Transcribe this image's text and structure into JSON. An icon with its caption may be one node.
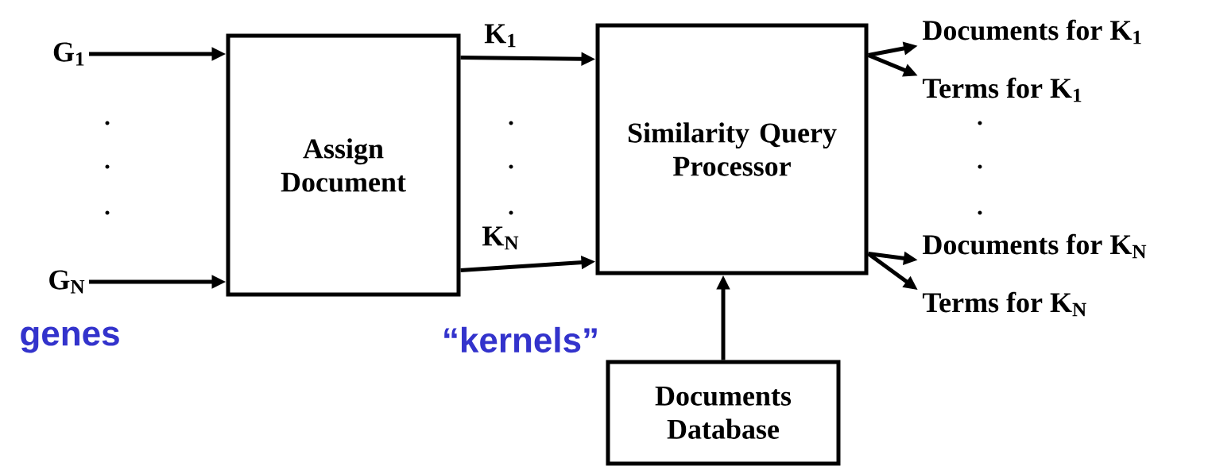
{
  "diagram": {
    "nodes": [
      {
        "text": [
          "G$_{1}$"
        ]
      },
      {
        "text": [
          "G$_{N}$"
        ]
      },
      {
        "text": [
          "Assign Document"
        ]
      },
      {
        "text": [
          "Similarity Query Processor"
        ]
      },
      {
        "text": [
          "Documents for K$_{1}$"
        ]
      },
      {
        "text": [
          "Terms for K$_{1}$"
        ]
      },
      {
        "text": [
          "Documents for K$_{N}$"
        ]
      },
      {
        "text": [
          "Terms for K$_{N}$"
        ]
      },
      {
        "text": [
          "Documents Database"
        ]
      }
    ],
    "edges": [
      {
        "from": 0,
        "to": 2,
        "arrow": "to"
      },
      {
        "from": 1,
        "to": 2,
        "arrow": "to"
      },
      {
        "from": 2,
        "to": 3,
        "arrow": "to",
        "label": "K$_{1}$"
      },
      {
        "from": 2,
        "to": 3,
        "arrow": "to",
        "label": "K$_{N}$"
      },
      {
        "from": 3,
        "to": 4,
        "arrow": "to"
      },
      {
        "from": 3,
        "to": 5,
        "arrow": "to"
      },
      {
        "from": 3,
        "to": 6,
        "arrow": "to"
      },
      {
        "from": 3,
        "to": 7,
        "arrow": "to"
      },
      {
        "from": 8,
        "to": 3,
        "arrow": "to"
      }
    ],
    "labels": [
      "genes",
      "“kernels”"
    ]
  }
}
